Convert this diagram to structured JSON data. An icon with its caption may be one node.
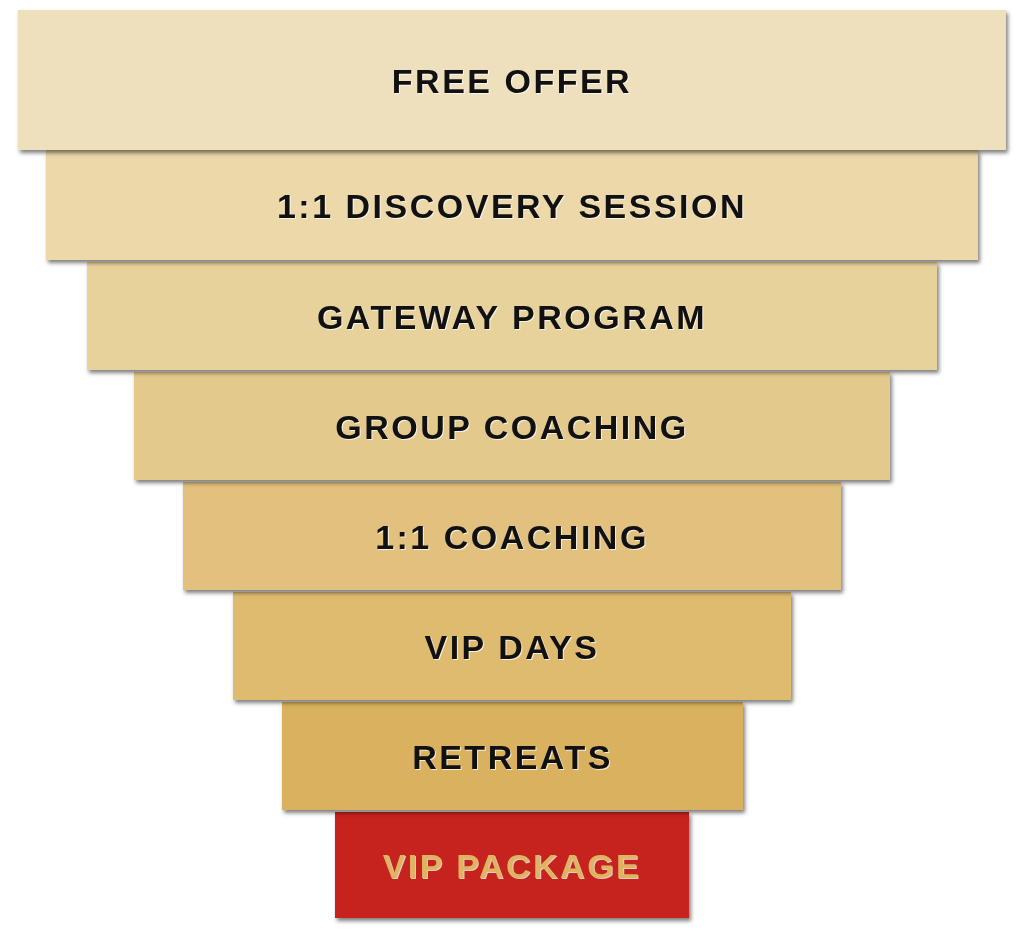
{
  "diagram": {
    "nodes": [
      {
        "text": [
          "FREE OFFER"
        ]
      },
      {
        "text": [
          "1:1 DISCOVERY SESSION"
        ]
      },
      {
        "text": [
          "GATEWAY PROGRAM"
        ]
      },
      {
        "text": [
          "GROUP COACHING"
        ]
      },
      {
        "text": [
          "1:1 COACHING"
        ]
      },
      {
        "text": [
          "VIP DAYS"
        ]
      },
      {
        "text": [
          "RETREATS"
        ]
      },
      {
        "text": [
          "VIP PACKAGE"
        ]
      }
    ]
  }
}
